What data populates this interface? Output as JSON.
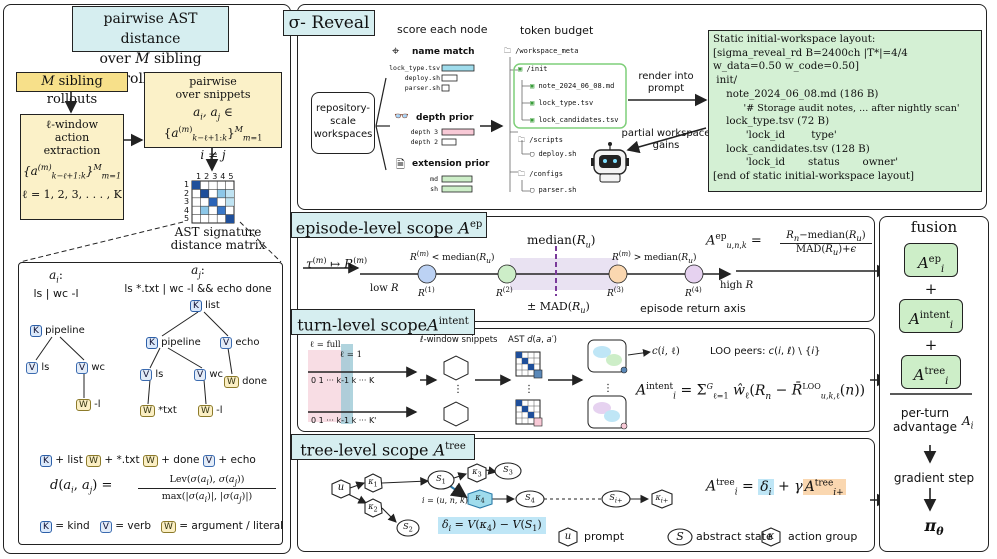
{
  "colors": {
    "title_fill": "#d6eef0",
    "yellow_fill": "#fbf1c8",
    "pink_fill": "#f8c9d6",
    "cyan_fill": "#9fdcec",
    "green_fill": "#cdeec8",
    "orange_fill": "#fad7b0",
    "purple_fill": "#e6d2f0",
    "delta_fill": "#bfe6f6"
  },
  "left_panel": {
    "title_line1": "pairwise AST distance",
    "title_line2": "over M sibling rollouts",
    "sibling_rollouts": "M sibling rollouts",
    "pairwise_line1": "pairwise",
    "pairwise_line2": "over snippets",
    "pairwise_formula": "a_i, a_j ∈ {a^(m)_(k−ℓ+1:k)}^M_(m=1)",
    "i_neq_j": "i ≠ j",
    "window_line1": "ℓ-window",
    "window_line2": "action",
    "window_line3": "extraction",
    "window_set": "{a^(m)_(k−ℓ+1:k)}^M_(m=1)",
    "ell_range": "ℓ = 1, 2, 3, . . . , K",
    "matrix_cols": [
      "1",
      "2",
      "3",
      "4",
      "5"
    ],
    "matrix_rows": [
      "1",
      "2",
      "3",
      "4",
      "5"
    ],
    "matrix_label_line1": "AST signature",
    "matrix_label_line2": "distance matrix",
    "ai_label": "a_i:",
    "ai_cmd": "ls | wc -l",
    "aj_label": "a_j:",
    "aj_cmd": "ls *.txt | wc -l && echo done",
    "tree_left": {
      "root": "pipeline",
      "n1": "ls",
      "n2": "wc",
      "n3": "-l"
    },
    "tree_right": {
      "root": "list",
      "n1": "pipeline",
      "n2": "echo",
      "n3": "ls",
      "n4": "wc",
      "n5": "done",
      "n6": "*txt",
      "n7": "-l"
    },
    "diff_terms": [
      "+ list",
      "+ *.txt",
      "+ done",
      "+ echo"
    ],
    "distance_lhs": "d(a_i, a_j) =",
    "distance_num": "Lev(σ(a_i), σ(a_j))",
    "distance_den": "max(|σ(a_i)|, |σ(a_j)|)",
    "legend": [
      {
        "badge": "K",
        "text": "= kind"
      },
      {
        "badge": "V",
        "text": "= verb"
      },
      {
        "badge": "W",
        "text": "= argument / literal"
      }
    ]
  },
  "reveal_panel": {
    "title": "σ- Reveal",
    "score_each_node": "score each node",
    "token_budget": "token budget",
    "name_match": "name match",
    "name_items": [
      "lock_type.tsv",
      "deploy.sh",
      "parser.sh"
    ],
    "depth_prior": "depth prior",
    "depth_items": [
      "depth 3",
      "depth 2"
    ],
    "extension_prior": "extension prior",
    "ext_items": [
      "md",
      "sh"
    ],
    "repo_line1": "repository-",
    "repo_line2": "scale",
    "repo_line3": "workspaces",
    "files": [
      "/workspace_meta",
      "/init",
      "note_2024_06_08.md",
      "lock_type.tsv",
      "lock_candidates.tsv",
      "/scripts",
      "deploy.sh",
      "/configs",
      "parser.sh"
    ],
    "render_line1": "render into",
    "render_line2": "prompt",
    "gains_line1": "partial workspace",
    "gains_line2": "gains",
    "layout_lines": [
      "Static initial-workspace layout:",
      "[sigma_reveal_rd  B=2400ch  |T*|=4/4",
      "w_data=0.50  w_code=0.50]",
      " init/",
      "    note_2024_06_08.md (186 B)",
      "          '# Storage audit notes, ... after nightly scan'",
      "    lock_type.tsv (72 B)",
      "          'lock_id        type'",
      "    lock_candidates.tsv (128 B)",
      "          'lock_id       status       owner'",
      "[end of static initial-workspace layout]"
    ]
  },
  "episode_panel": {
    "title": "episode-level scope A^ep",
    "tau_map": "τ^(m) ↦ R^(m)",
    "low_r": "low R",
    "high_r": "high R",
    "median": "median(R_u)",
    "below": "R^(m) < median(R_u)",
    "above": "R^(m) > median(R_u)",
    "points": [
      "R^(1)",
      "R^(2)",
      "R^(3)",
      "R^(4)"
    ],
    "mad": "± MAD(R_u)",
    "axis_label": "episode return axis",
    "formula_lhs": "A^ep_(u,n,k) =",
    "formula_num": "R_n − median(R_u)",
    "formula_den": "MAD(R_u) + ε"
  },
  "turn_panel": {
    "title": "turn-level scope A^intent",
    "ell_full": "ℓ = full",
    "ell_one": "ℓ = 1",
    "axis_top": "0  1 ··· k-1 k ··· K",
    "axis_bottom": "0  1 ··· k-1 k ··· K'",
    "snippets": "ℓ-window snippets",
    "ast_d": "AST d(a, a')",
    "cil": "c(i, ℓ)",
    "loo": "LOO peers:  c(i, ℓ) \\ {i}",
    "formula": "A^intent_i = Σ^G_(ℓ=1) ŵ_ℓ (R_n − R̄^LOO_(u,k,ℓ)(n))"
  },
  "tree_panel": {
    "title": "tree-level scope A^tree",
    "nodes": {
      "u": "u",
      "k1": "κ1",
      "k2": "κ2",
      "s1": "S1",
      "s2": "S2",
      "k3": "κ3",
      "s3": "S3",
      "k4": "κ4",
      "s4": "S4",
      "sp": "S_i+",
      "kp": "κ_i+"
    },
    "i_def": "i = (u, n, k)",
    "delta": "δ_i = V(κ4) − V(S1)",
    "legend_u": "prompt",
    "legend_s": "abstract state",
    "legend_k": "action group",
    "formula": "A^tree_i = δ_i + γ A^tree_(i+)"
  },
  "fusion_panel": {
    "title": "fusion",
    "terms": [
      "A^ep_i",
      "A^intent_i",
      "A^tree_i"
    ],
    "plus": "+",
    "per_turn_line1": "per-turn",
    "per_turn_line2": "advantage",
    "a_i": "A_i",
    "gradient_step": "gradient step",
    "policy": "π_θ"
  }
}
